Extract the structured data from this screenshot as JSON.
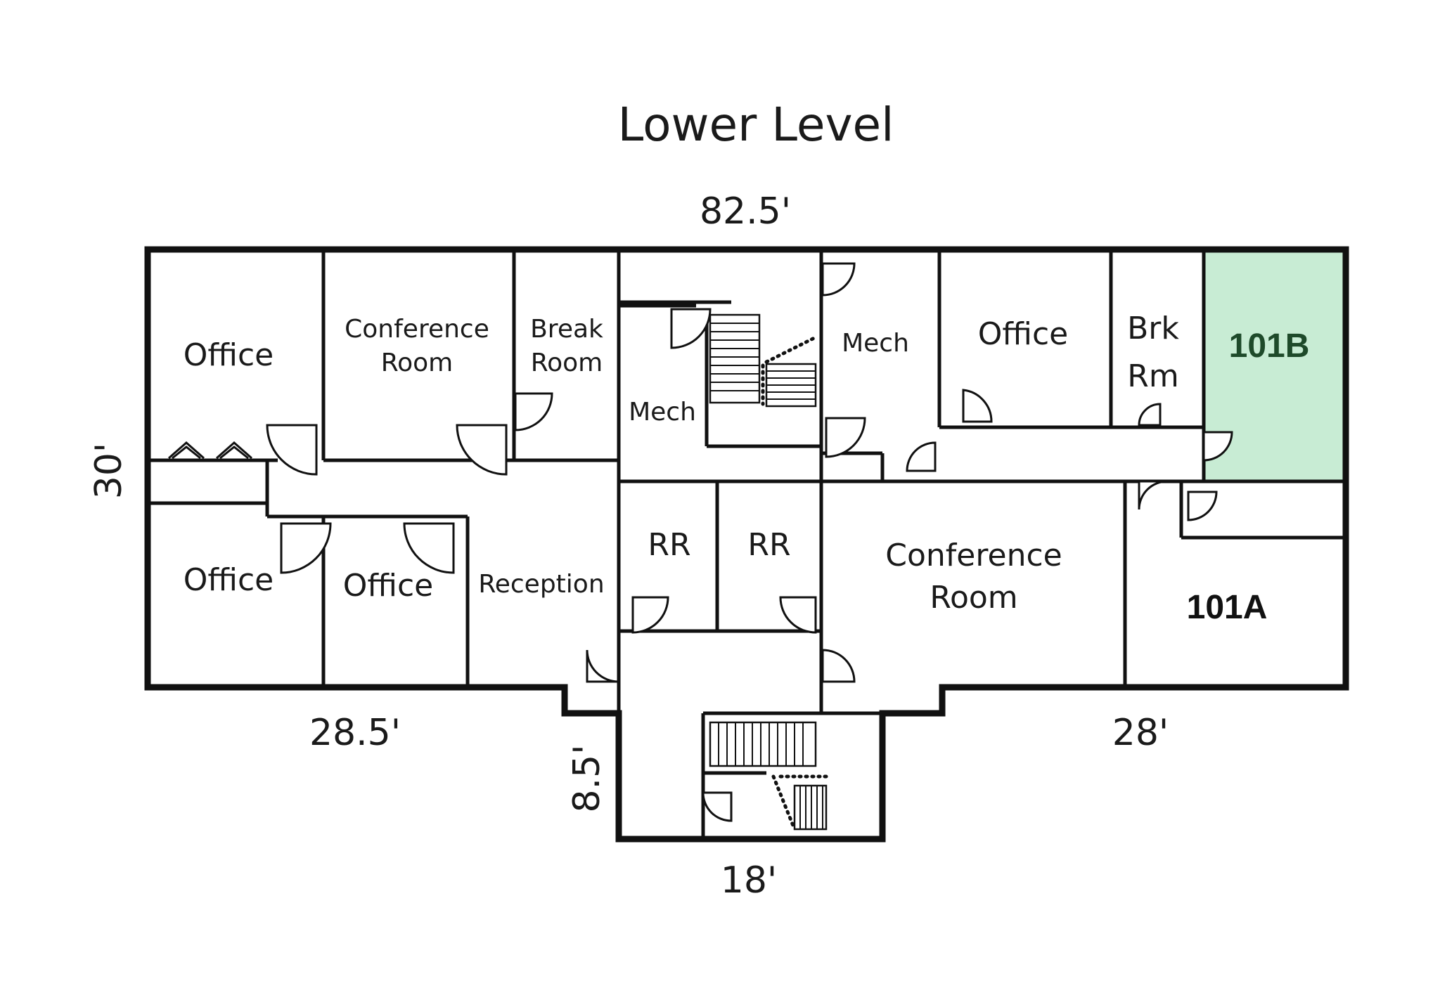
{
  "title": "Lower Level",
  "dimensions": {
    "top": "82.5'",
    "left": "30'",
    "bottom_left": "28.5'",
    "bottom_right": "28'",
    "stair_depth": "8.5'",
    "stair_width": "18'"
  },
  "rooms": {
    "office_nw": "Office",
    "conference_n_line1": "Conference",
    "conference_n_line2": "Room",
    "break_line1": "Break",
    "break_line2": "Room",
    "mech_left": "Mech",
    "mech_right": "Mech",
    "office_ne": "Office",
    "brk_line1": "Brk",
    "brk_line2": "Rm",
    "suite_101b": "101B",
    "office_sw": "Office",
    "office_s": "Office",
    "reception": "Reception",
    "rr_1": "RR",
    "rr_2": "RR",
    "conference_s_line1": "Conference",
    "conference_s_line2": "Room",
    "suite_101a": "101A"
  },
  "colors": {
    "highlight_101b": "#c8ecd4",
    "highlight_101b_text": "#1e4a2a",
    "walls": "#111111"
  }
}
